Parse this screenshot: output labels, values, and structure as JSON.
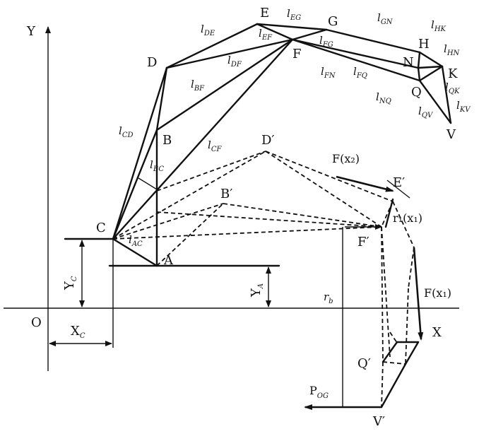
{
  "axes": {
    "x": "X",
    "y": "Y",
    "origin": "O"
  },
  "points": {
    "A": "A",
    "B": "B",
    "C": "C",
    "D": "D",
    "E": "E",
    "F": "F",
    "G": "G",
    "H": "H",
    "K": "K",
    "N": "N",
    "Q": "Q",
    "V": "V",
    "Bp": "B′",
    "Dp": "D′",
    "Ep": "E′",
    "Fp": "F′",
    "Qp": "Q′",
    "Vp": "V′"
  },
  "links": {
    "DE": "DE",
    "EG": "EG",
    "EF": "EF",
    "FG": "FG",
    "GN": "GN",
    "HK": "HK",
    "HN": "HN",
    "DF": "DF",
    "FN": "FN",
    "FQ": "FQ",
    "NQ": "NQ",
    "QK": "QK",
    "BF": "BF",
    "KV": "KV",
    "QV": "QV",
    "CD": "CD",
    "CF": "CF",
    "BC": "BC",
    "AC": "AC"
  },
  "link_symbol": "l",
  "dims": {
    "YC_main": "Y",
    "YC_sub": "C",
    "YA_main": "Y",
    "YA_sub": "A",
    "XC_main": "X",
    "XC_sub": "C",
    "rb_main": "r",
    "rb_sub": "b",
    "POG_main": "P",
    "POG_sub": "OG"
  },
  "forces": {
    "F_x2": "F(x₂)",
    "F_x1": "F(x₁)",
    "r1_x1": "r₁(x₁)"
  }
}
